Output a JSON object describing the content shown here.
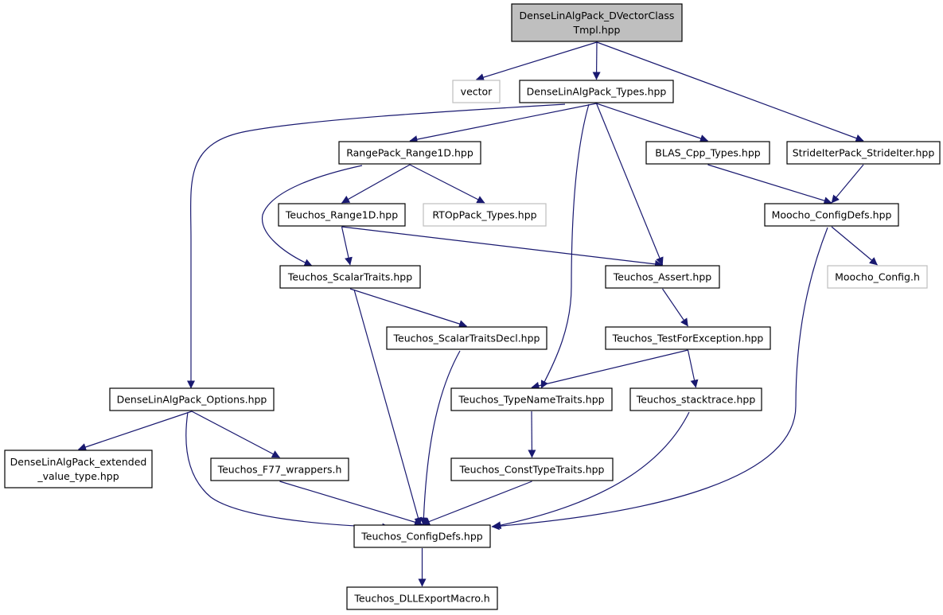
{
  "colors": {
    "edge": "#191970",
    "root_fill": "#bfbfbf",
    "missing_border": "#bfbfbf",
    "node_border": "#000000"
  },
  "nodes": [
    {
      "id": "root",
      "lines": [
        "DenseLinAlgPack_DVectorClass",
        "Tmpl.hpp"
      ],
      "kind": "root"
    },
    {
      "id": "vector",
      "lines": [
        "vector"
      ],
      "kind": "missing"
    },
    {
      "id": "types",
      "lines": [
        "DenseLinAlgPack_Types.hpp"
      ],
      "kind": "normal"
    },
    {
      "id": "strideiter",
      "lines": [
        "StrideIterPack_StrideIter.hpp"
      ],
      "kind": "normal"
    },
    {
      "id": "range1d",
      "lines": [
        "RangePack_Range1D.hpp"
      ],
      "kind": "normal"
    },
    {
      "id": "blas",
      "lines": [
        "BLAS_Cpp_Types.hpp"
      ],
      "kind": "normal"
    },
    {
      "id": "t_range1d",
      "lines": [
        "Teuchos_Range1D.hpp"
      ],
      "kind": "normal"
    },
    {
      "id": "rtop",
      "lines": [
        "RTOpPack_Types.hpp"
      ],
      "kind": "missing"
    },
    {
      "id": "moocho_cfg",
      "lines": [
        "Moocho_ConfigDefs.hpp"
      ],
      "kind": "normal"
    },
    {
      "id": "scalartraits",
      "lines": [
        "Teuchos_ScalarTraits.hpp"
      ],
      "kind": "normal"
    },
    {
      "id": "assert",
      "lines": [
        "Teuchos_Assert.hpp"
      ],
      "kind": "normal"
    },
    {
      "id": "moocho_config_h",
      "lines": [
        "Moocho_Config.h"
      ],
      "kind": "missing"
    },
    {
      "id": "scalartraitsdecl",
      "lines": [
        "Teuchos_ScalarTraitsDecl.hpp"
      ],
      "kind": "normal"
    },
    {
      "id": "testforexc",
      "lines": [
        "Teuchos_TestForException.hpp"
      ],
      "kind": "normal"
    },
    {
      "id": "options",
      "lines": [
        "DenseLinAlgPack_Options.hpp"
      ],
      "kind": "normal"
    },
    {
      "id": "typenametraits",
      "lines": [
        "Teuchos_TypeNameTraits.hpp"
      ],
      "kind": "normal"
    },
    {
      "id": "stacktrace",
      "lines": [
        "Teuchos_stacktrace.hpp"
      ],
      "kind": "normal"
    },
    {
      "id": "extended",
      "lines": [
        "DenseLinAlgPack_extended",
        "_value_type.hpp"
      ],
      "kind": "normal"
    },
    {
      "id": "f77",
      "lines": [
        "Teuchos_F77_wrappers.h"
      ],
      "kind": "normal"
    },
    {
      "id": "consttypetraits",
      "lines": [
        "Teuchos_ConstTypeTraits.hpp"
      ],
      "kind": "normal"
    },
    {
      "id": "teuchos_cfg",
      "lines": [
        "Teuchos_ConfigDefs.hpp"
      ],
      "kind": "normal"
    },
    {
      "id": "dllexport",
      "lines": [
        "Teuchos_DLLExportMacro.h"
      ],
      "kind": "normal"
    }
  ],
  "edges": [
    [
      "root",
      "vector"
    ],
    [
      "root",
      "types"
    ],
    [
      "root",
      "strideiter"
    ],
    [
      "types",
      "range1d"
    ],
    [
      "types",
      "blas"
    ],
    [
      "types",
      "assert"
    ],
    [
      "types",
      "typenametraits"
    ],
    [
      "types",
      "options"
    ],
    [
      "range1d",
      "t_range1d"
    ],
    [
      "range1d",
      "rtop"
    ],
    [
      "range1d",
      "scalartraits"
    ],
    [
      "blas",
      "moocho_cfg"
    ],
    [
      "strideiter",
      "moocho_cfg"
    ],
    [
      "t_range1d",
      "scalartraits"
    ],
    [
      "t_range1d",
      "assert"
    ],
    [
      "moocho_cfg",
      "moocho_config_h"
    ],
    [
      "moocho_cfg",
      "teuchos_cfg"
    ],
    [
      "scalartraits",
      "scalartraitsdecl"
    ],
    [
      "scalartraits",
      "teuchos_cfg"
    ],
    [
      "assert",
      "testforexc"
    ],
    [
      "scalartraitsdecl",
      "teuchos_cfg"
    ],
    [
      "testforexc",
      "typenametraits"
    ],
    [
      "testforexc",
      "stacktrace"
    ],
    [
      "options",
      "extended"
    ],
    [
      "options",
      "f77"
    ],
    [
      "options",
      "teuchos_cfg"
    ],
    [
      "typenametraits",
      "consttypetraits"
    ],
    [
      "stacktrace",
      "teuchos_cfg"
    ],
    [
      "f77",
      "teuchos_cfg"
    ],
    [
      "consttypetraits",
      "teuchos_cfg"
    ],
    [
      "teuchos_cfg",
      "dllexport"
    ]
  ]
}
